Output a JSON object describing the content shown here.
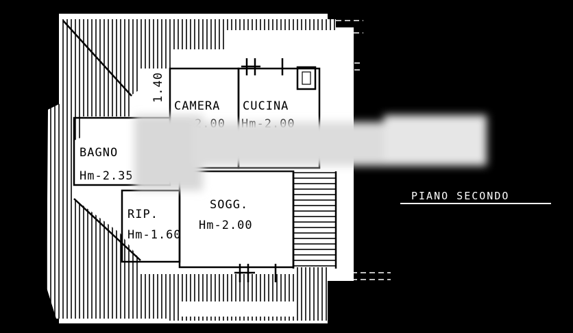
{
  "plan": {
    "title": "PIANO SECONDO",
    "rooms": [
      {
        "id": "camera",
        "name": "CAMERA",
        "height": "2.00"
      },
      {
        "id": "cucina",
        "name": "CUCINA",
        "height": "Hm-2.00"
      },
      {
        "id": "bagno",
        "name": "BAGNO",
        "height": "Hm-2.35"
      },
      {
        "id": "sogg",
        "name": "SOGG.",
        "height": "Hm-2.00"
      },
      {
        "id": "rip",
        "name": "RIP.",
        "height": "Hm-1.60"
      }
    ],
    "dimension": "1.40"
  },
  "colors": {
    "background": "#000000",
    "paper": "#ffffff",
    "ink": "#000000",
    "blur": "#d8d8d8"
  }
}
